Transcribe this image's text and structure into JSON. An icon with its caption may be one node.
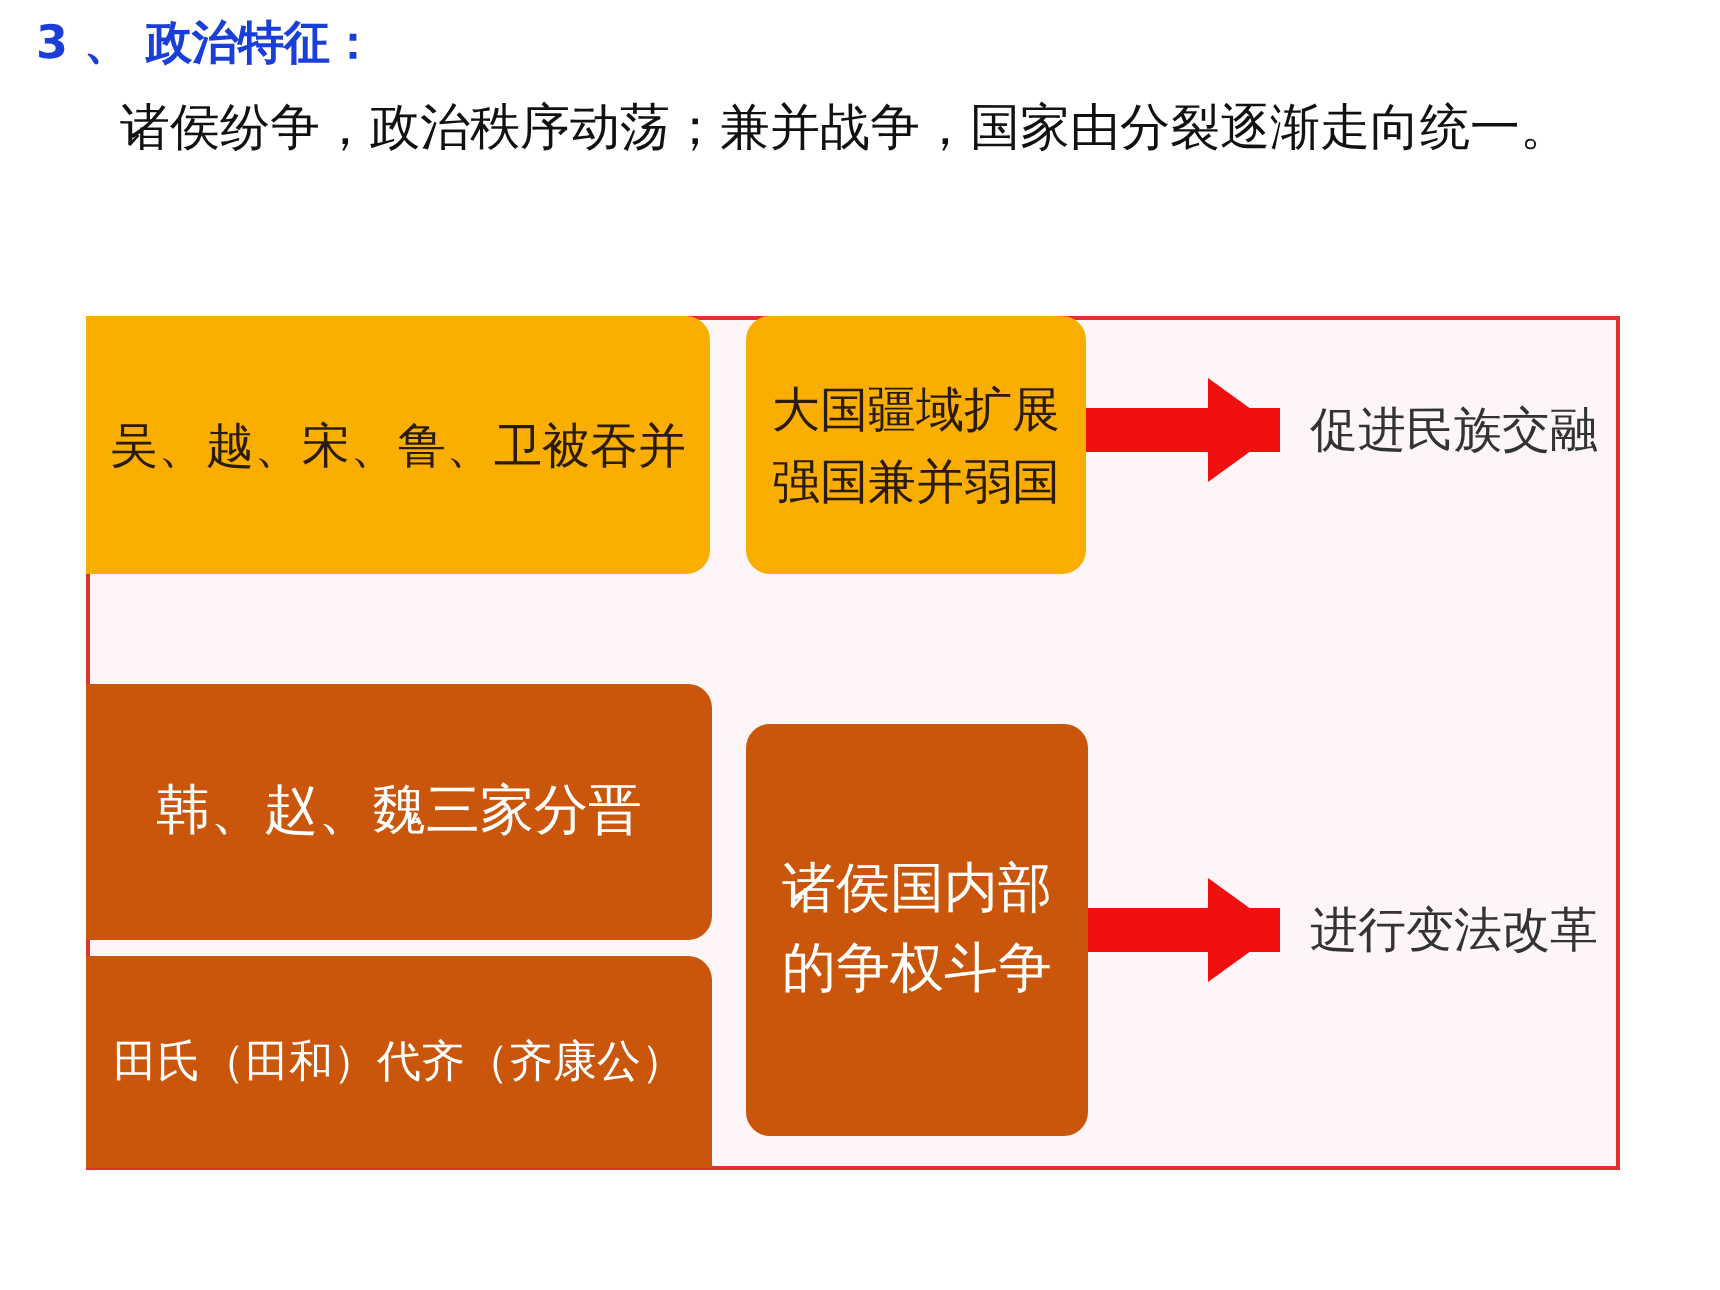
{
  "diagram": {
    "title": "3 、 政治特征：",
    "nodes": [
      {
        "text": [
          "吴、越、宋、鲁、卫被吞并"
        ]
      },
      {
        "text": [
          "大国疆域扩展",
          "强国兼并弱国"
        ]
      },
      {
        "text": [
          "促进民族交融"
        ]
      },
      {
        "text": [
          "韩、赵、魏三家分晋"
        ]
      },
      {
        "text": [
          "田氏（田和）代齐（齐康公）"
        ]
      },
      {
        "text": [
          "诸侯国内部的争权斗争"
        ]
      },
      {
        "text": [
          "进行变法改革"
        ]
      }
    ],
    "edges": [
      {
        "from": 1,
        "to": 2,
        "arrow": "to"
      },
      {
        "from": 5,
        "to": 6,
        "arrow": "to"
      }
    ],
    "labels": [
      "诸侯纷争，政治秩序动荡；兼并战争，国家由分裂逐渐走向统一。"
    ]
  }
}
